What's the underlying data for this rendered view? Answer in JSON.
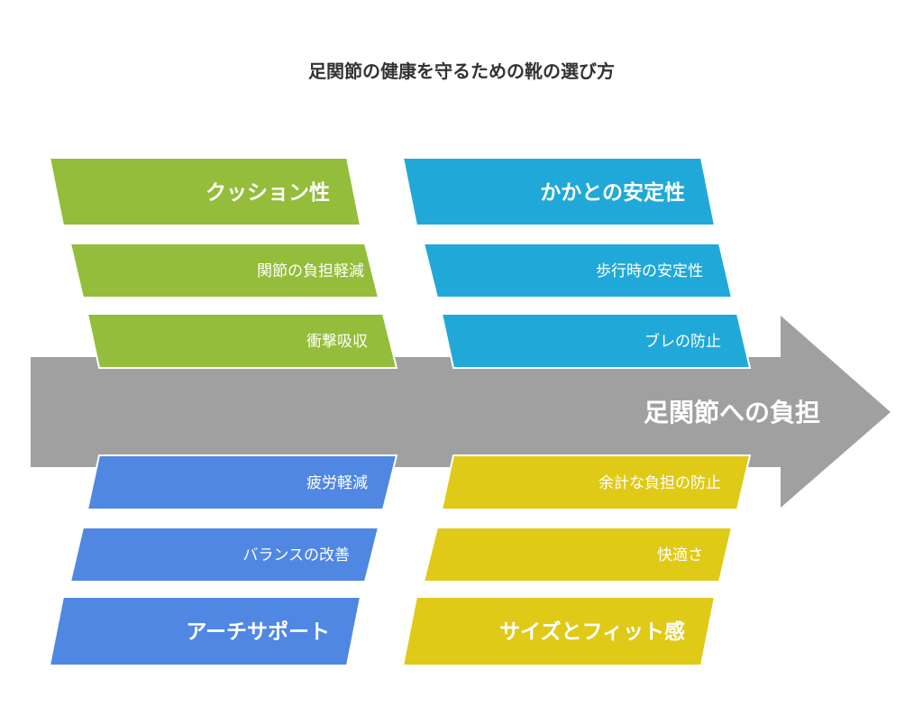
{
  "title": "足関節の健康を守るための靴の選び方",
  "main_arrow": {
    "label": "足関節への負担",
    "color": "#a0a0a0"
  },
  "categories": [
    {
      "label": "クッション性",
      "color": "#93bd3a",
      "items": [
        "関節の負担軽減",
        "衝撃吸収"
      ]
    },
    {
      "label": "かかとの安定性",
      "color": "#20a9d8",
      "items": [
        "歩行時の安定性",
        "ブレの防止"
      ]
    },
    {
      "label": "アーチサポート",
      "color": "#4f87e3",
      "items": [
        "疲労軽減",
        "バランスの改善"
      ]
    },
    {
      "label": "サイズとフィット感",
      "color": "#dfca18",
      "items": [
        "余計な負担の防止",
        "快適さ"
      ]
    }
  ]
}
